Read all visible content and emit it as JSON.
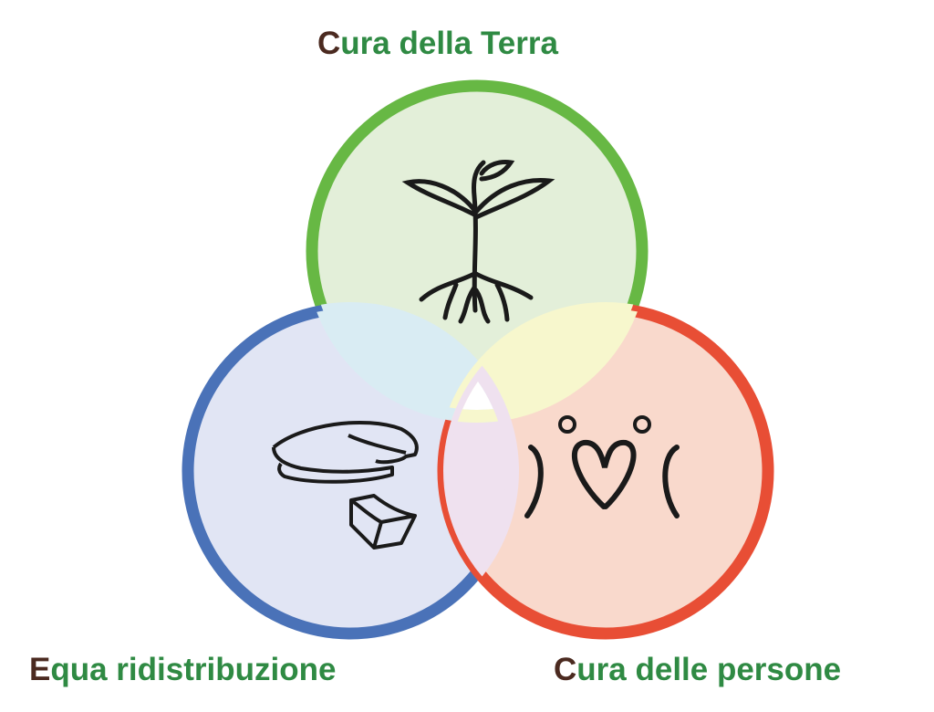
{
  "labels": {
    "earth_care": {
      "first": "C",
      "rest": "ura della Terra"
    },
    "fair_share": {
      "first": "E",
      "rest": "qua ridistribuzione"
    },
    "people_care": {
      "first": "C",
      "rest": "ura delle persone"
    }
  },
  "colors": {
    "green": "#67b844",
    "blue": "#4a72b8",
    "red": "#e84e35",
    "text_green": "#2f8a43",
    "text_initial": "#4b2a20"
  },
  "icons": [
    "tree-icon",
    "cake-slice-icon",
    "people-heart-icon"
  ]
}
